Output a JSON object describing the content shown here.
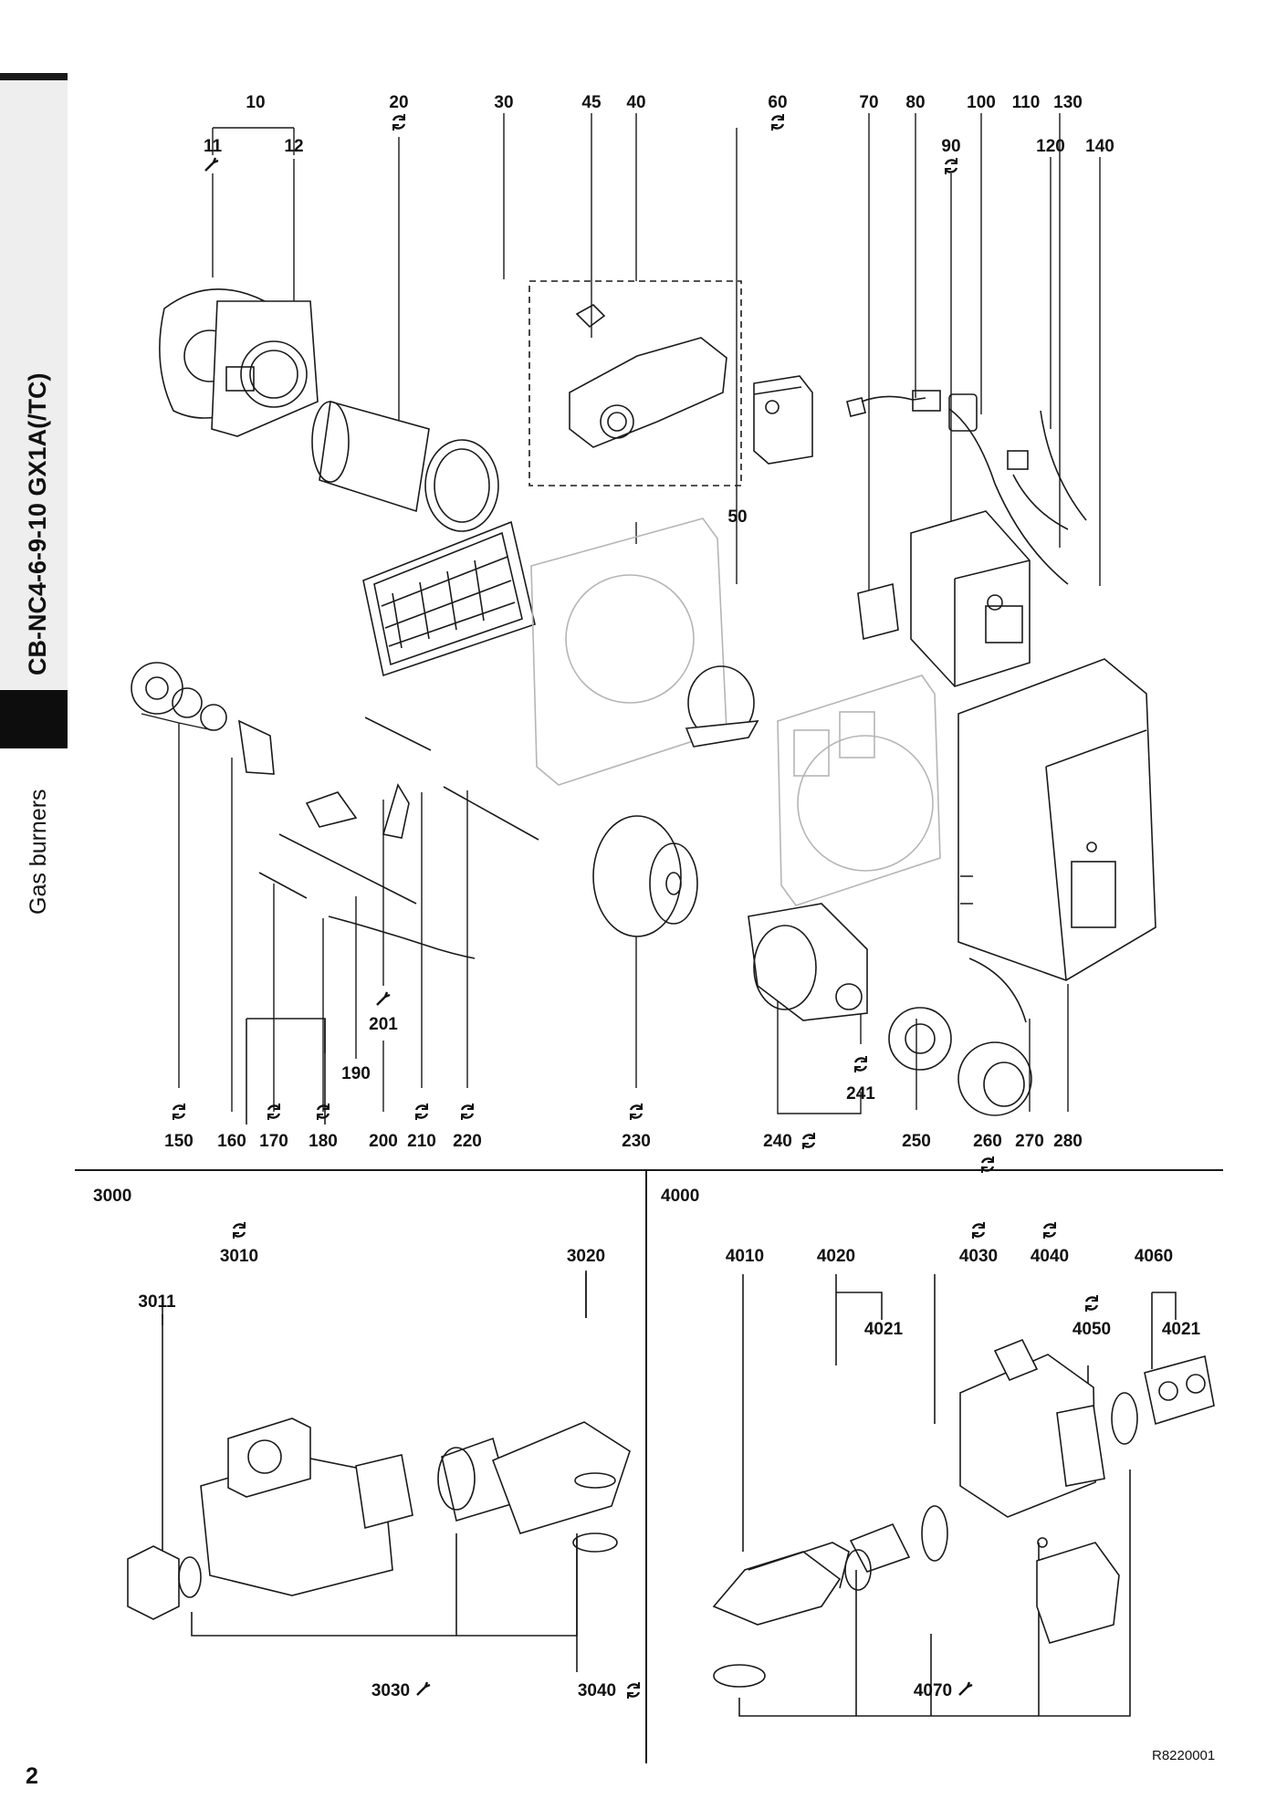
{
  "sidebar": {
    "model_title": "CB-NC4-6-9-10 GX1A(/TC)",
    "category": "Gas burners"
  },
  "page_number": "2",
  "drawing_ref": "R8220001",
  "sections": {
    "gas_train_a": "3000",
    "gas_train_b": "4000"
  },
  "labels": {
    "p10": "10",
    "p11": "11",
    "p12": "12",
    "p20": "20",
    "p30": "30",
    "p40": "40",
    "p45": "45",
    "p50": "50",
    "p60": "60",
    "p70": "70",
    "p80": "80",
    "p90": "90",
    "p100": "100",
    "p110": "110",
    "p120": "120",
    "p130": "130",
    "p140": "140",
    "p150": "150",
    "p160": "160",
    "p170": "170",
    "p180": "180",
    "p190": "190",
    "p200": "200",
    "p201": "201",
    "p210": "210",
    "p220": "220",
    "p230": "230",
    "p240": "240",
    "p241": "241",
    "p250": "250",
    "p260": "260",
    "p270": "270",
    "p280": "280",
    "p3010": "3010",
    "p3011": "3011",
    "p3020": "3020",
    "p3030": "3030",
    "p3040": "3040",
    "p4010": "4010",
    "p4020": "4020",
    "p4021a": "4021",
    "p4021b": "4021",
    "p4030": "4030",
    "p4040": "4040",
    "p4050": "4050",
    "p4060": "4060",
    "p4070": "4070"
  },
  "colors": {
    "line": "#1a1a1a",
    "ghost": "#b5b5b5",
    "sidebar_grey": "#eeeeee",
    "sidebar_black": "#0d0d0d"
  }
}
